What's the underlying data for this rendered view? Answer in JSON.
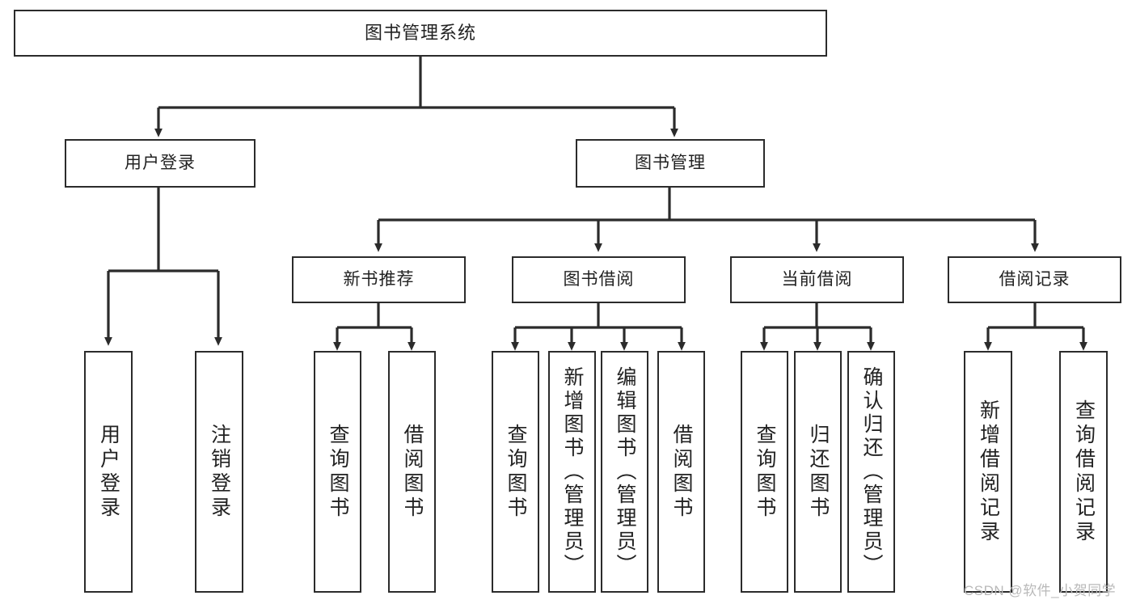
{
  "diagram": {
    "type": "tree-hierarchy",
    "title": "图书管理系统",
    "orientation": "top-down",
    "colors": {
      "box_border": "#2b2b2b",
      "box_fill": "#ffffff",
      "connector": "#2b2b2b",
      "text": "#222222",
      "watermark": "#b9b9b9",
      "background": "#ffffff"
    },
    "nodes": {
      "root": {
        "label": "图书管理系统"
      },
      "level2": [
        {
          "label": "用户登录"
        },
        {
          "label": "图书管理"
        }
      ],
      "level3": [
        {
          "label": "新书推荐"
        },
        {
          "label": "图书借阅"
        },
        {
          "label": "当前借阅"
        },
        {
          "label": "借阅记录"
        }
      ],
      "leaves": {
        "user_login": [
          {
            "label": "用户登录"
          },
          {
            "label": "注销登录"
          }
        ],
        "new_book_recommend": [
          {
            "label": "查询图书"
          },
          {
            "label": "借阅图书"
          }
        ],
        "book_borrow": [
          {
            "label": "查询图书"
          },
          {
            "label": "新增图书（管理员）"
          },
          {
            "label": "编辑图书（管理员）"
          },
          {
            "label": "借阅图书"
          }
        ],
        "current_borrow": [
          {
            "label": "查询图书"
          },
          {
            "label": "归还图书"
          },
          {
            "label": "确认归还（管理员）"
          }
        ],
        "borrow_record": [
          {
            "label": "新增借阅记录"
          },
          {
            "label": "查询借阅记录"
          }
        ]
      }
    },
    "watermark": "CSDN @软件_小贺同学"
  }
}
